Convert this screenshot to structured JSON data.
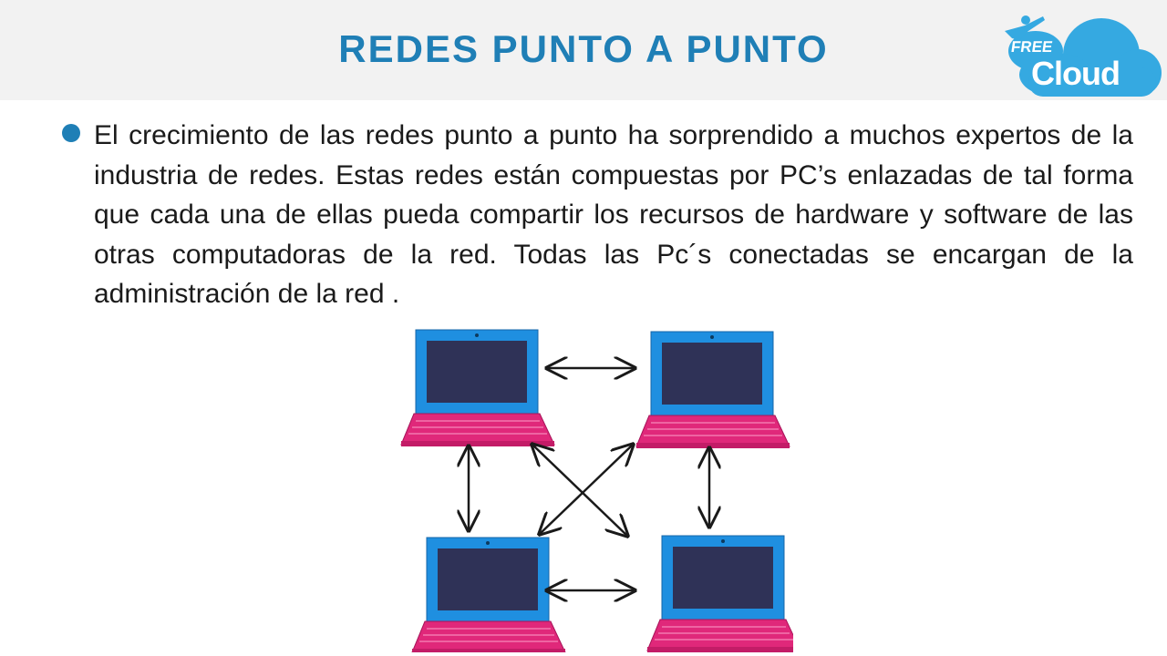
{
  "slide": {
    "title": "REDES PUNTO A PUNTO",
    "body": "El crecimiento de las redes punto a punto ha sorprendido a muchos expertos de la industria de redes. Estas redes están compuestas por PC’s  enlazadas de tal forma que cada una de ellas pueda compartir los recursos  de hardware y software de las otras computadoras de la red. Todas las  Pc´s conectadas se encargan de la administración de la red ."
  },
  "logo": {
    "small_text": "FREE",
    "big_text": "Cloud",
    "color": "#35a9e1"
  },
  "colors": {
    "title": "#1f7fb6",
    "header_band": "#f2f2f2",
    "bullet": "#1f7fb6",
    "laptop_frame": "#1f8fe0",
    "laptop_screen": "#2f3257",
    "laptop_base": "#e0287a"
  },
  "diagram": {
    "icon": "laptop-icon",
    "laptops": 4,
    "connections": [
      [
        "top-left",
        "top-right"
      ],
      [
        "top-left",
        "bottom-left"
      ],
      [
        "top-right",
        "bottom-right"
      ],
      [
        "bottom-left",
        "bottom-right"
      ],
      [
        "top-left",
        "bottom-right"
      ],
      [
        "top-right",
        "bottom-left"
      ]
    ]
  }
}
